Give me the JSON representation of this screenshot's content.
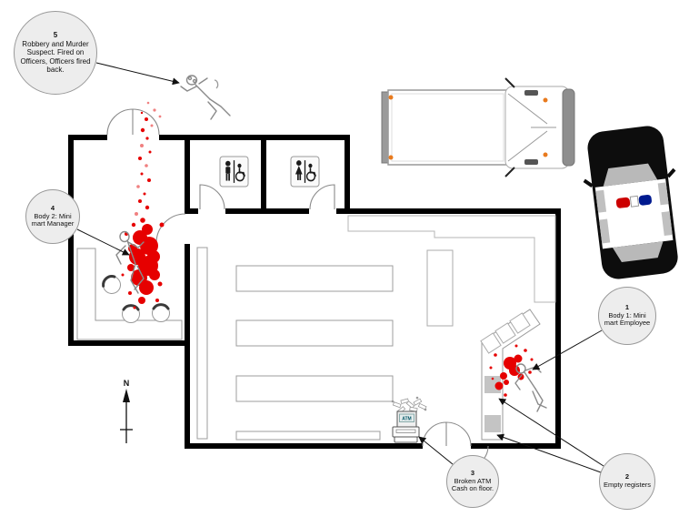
{
  "diagram": {
    "type": "crime-scene-floor-plan",
    "labels": {
      "north": "N",
      "atm": "ATM"
    },
    "callouts": [
      {
        "number": "1",
        "text": "Body 1: Mini mart Employee"
      },
      {
        "number": "2",
        "text": "Empty registers"
      },
      {
        "number": "3",
        "text": "Broken ATM Cash on floor."
      },
      {
        "number": "4",
        "text": "Body 2: Mini mart Manager"
      },
      {
        "number": "5",
        "text": "Robbery and Murder Suspect. Fired on Officers, Officers fired back."
      }
    ],
    "icons": {
      "restroom_men": "accessible-mens-restroom-icon",
      "restroom_women": "accessible-womens-restroom-icon",
      "north_arrow": "north-arrow-icon",
      "atm": "atm-machine-icon",
      "police_car": "police-car-icon",
      "truck": "box-truck-icon"
    },
    "colors": {
      "wall": "#000000",
      "blood": "#e60000",
      "blood_light": "#f08080",
      "callout_fill": "#ededed",
      "callout_border": "#999999",
      "register_fill": "#c4c4c4",
      "police_black": "#0d0d0d",
      "lightbar_red": "#cc0000",
      "lightbar_blue": "#001a8f",
      "truck_marker": "#e87a1e"
    }
  }
}
